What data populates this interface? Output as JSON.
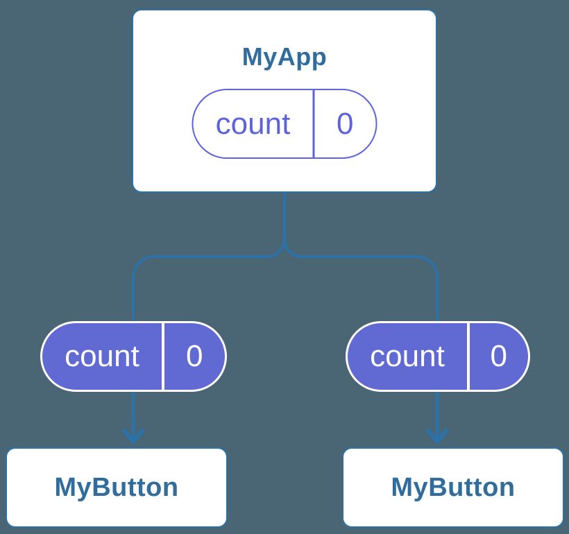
{
  "diagram": {
    "root": {
      "title": "MyApp",
      "pill": {
        "label": "count",
        "value": "0",
        "style": "outline-state"
      }
    },
    "children": [
      {
        "title": "MyButton",
        "pill": {
          "label": "count",
          "value": "0",
          "style": "filled-prop"
        }
      },
      {
        "title": "MyButton",
        "pill": {
          "label": "count",
          "value": "0",
          "style": "filled-prop"
        }
      }
    ]
  },
  "colors": {
    "background": "#4A6674",
    "connector": "#2C72A9",
    "card_border": "#2C72A9",
    "card_background": "#FFFFFF",
    "component_title": "#306C9C",
    "state_pill_accent": "#5C63DB",
    "prop_pill_fill": "#6169D3",
    "prop_pill_text": "#FFFFFF"
  }
}
